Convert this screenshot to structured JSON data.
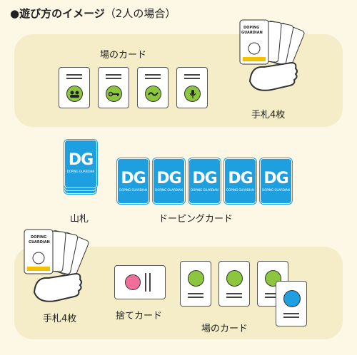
{
  "header": {
    "bullet": "●",
    "title": "遊び方のイメージ",
    "subtitle": "（2人の場合）"
  },
  "top_panel": {
    "field_label": "場のカード",
    "hand_label": "手札4枚"
  },
  "middle": {
    "deck_label": "山札",
    "doping_label": "ドーピングカード",
    "card_title": "DG",
    "card_subtitle": "DOPING GUARDIAN"
  },
  "bottom_panel": {
    "hand_label": "手札4枚",
    "discard_label": "捨てカード",
    "field_label": "場のカード"
  },
  "hand_card": {
    "line1": "DOPING",
    "line2": "GUARDIAN"
  },
  "colors": {
    "background": "#fdf7e6",
    "panel": "#f4edc7",
    "dg_blue": "#1ea0e0",
    "green": "#8cc63f",
    "pink": "#ef6f9a"
  },
  "icons": [
    "people-icon",
    "key-icon",
    "capsule-icon",
    "microphone-icon",
    "drop-icon",
    "hand-icon"
  ]
}
